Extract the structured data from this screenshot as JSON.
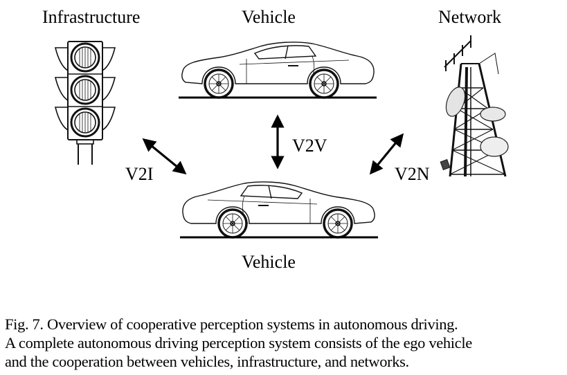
{
  "figure": {
    "nodes": {
      "infrastructure": "Infrastructure",
      "vehicle_top": "Vehicle",
      "network": "Network",
      "vehicle_ego": "Vehicle"
    },
    "links": {
      "v2i": "V2I",
      "v2v": "V2V",
      "v2n": "V2N"
    },
    "icons": {
      "infrastructure": "traffic-light-icon",
      "vehicle": "sports-car-icon",
      "network": "cell-tower-icon",
      "arrow": "double-headed-arrow-icon"
    }
  },
  "caption": {
    "line1": "Fig. 7.  Overview of cooperative perception systems in autonomous driving.",
    "line2": "A complete autonomous driving perception system consists of the ego vehicle",
    "line3": "and the cooperation between vehicles, infrastructure, and networks."
  }
}
